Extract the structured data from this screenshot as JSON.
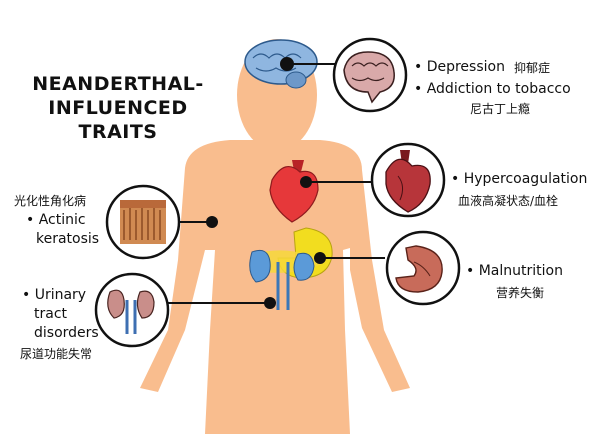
{
  "title_lines": [
    "NEANDERTHAL-",
    "INFLUENCED",
    "TRAITS"
  ],
  "colors": {
    "skin": "#f9bd8e",
    "brain": "#8fb6e0",
    "heart": "#e6383a",
    "stomach": "#f2dd1f",
    "pancreas": "#f7d83b",
    "kidney": "#5b9ad8",
    "line": "#111111"
  },
  "traits": [
    {
      "id": "depression",
      "bullet": "• Depression",
      "zh": "抑郁症",
      "icon": "brain-icon"
    },
    {
      "id": "tobacco",
      "bullet": "• Addiction to tobacco",
      "zh": "尼古丁上瘾",
      "icon": "brain-icon"
    },
    {
      "id": "hypercoagulation",
      "bullet": "• Hypercoagulation",
      "zh": "血液高凝状态/血栓",
      "icon": "heart-icon"
    },
    {
      "id": "malnutrition",
      "bullet": "• Malnutrition",
      "zh": "营养失衡",
      "icon": "stomach-icon"
    },
    {
      "id": "actinic",
      "zh_top": "光化性角化病",
      "bullet": "• Actinic",
      "line2": "keratosis",
      "icon": "skin-icon"
    },
    {
      "id": "urinary",
      "bullet": "• Urinary",
      "line2": "tract",
      "line3": "disorders",
      "zh": "尿道功能失常",
      "icon": "kidney-icon"
    }
  ]
}
